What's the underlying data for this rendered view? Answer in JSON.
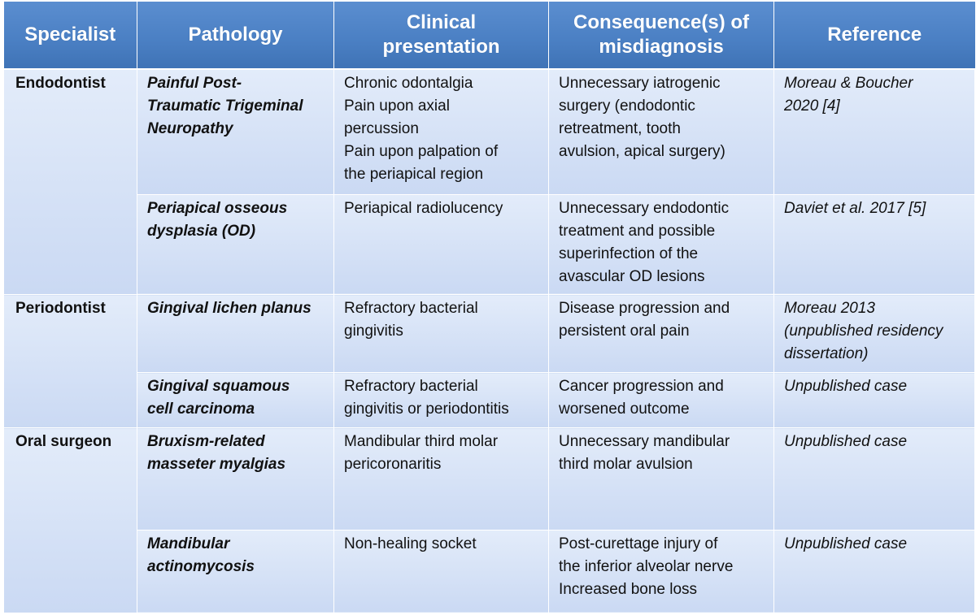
{
  "table": {
    "headers": [
      {
        "lines": [
          "Specialist"
        ]
      },
      {
        "lines": [
          "Pathology"
        ]
      },
      {
        "lines": [
          "Clinical",
          "presentation"
        ]
      },
      {
        "lines": [
          "Consequence(s) of",
          "misdiagnosis"
        ]
      },
      {
        "lines": [
          "Reference"
        ]
      }
    ],
    "specialists": {
      "endodontist": "Endodontist",
      "periodontist": "Periodontist",
      "oral_surgeon": "Oral surgeon"
    },
    "rows": [
      {
        "pathology": [
          "Painful Post-",
          "Traumatic Trigeminal",
          "Neuropathy"
        ],
        "presentation": [
          "Chronic odontalgia",
          "Pain upon axial",
          "percussion",
          "Pain upon palpation of",
          "the periapical region"
        ],
        "consequence": [
          "Unnecessary iatrogenic",
          "surgery (endodontic",
          "retreatment, tooth",
          "avulsion, apical surgery)"
        ],
        "reference": [
          "Moreau & Boucher",
          "2020 [4]"
        ]
      },
      {
        "pathology": [
          "Periapical osseous",
          "dysplasia (OD)"
        ],
        "presentation": [
          "Periapical radiolucency"
        ],
        "consequence": [
          "Unnecessary endodontic",
          "treatment and possible",
          "superinfection of the",
          "avascular OD lesions"
        ],
        "reference": [
          "Daviet et al. 2017 [5]"
        ]
      },
      {
        "pathology": [
          "Gingival lichen planus"
        ],
        "presentation": [
          "Refractory bacterial",
          "gingivitis"
        ],
        "consequence": [
          "Disease progression and",
          "persistent oral pain"
        ],
        "reference": [
          "Moreau 2013",
          "(unpublished residency",
          "dissertation)"
        ]
      },
      {
        "pathology": [
          "Gingival squamous",
          "cell carcinoma"
        ],
        "presentation": [
          "Refractory bacterial",
          "gingivitis or periodontitis"
        ],
        "consequence": [
          "Cancer progression and",
          "worsened outcome"
        ],
        "reference": [
          "Unpublished case"
        ]
      },
      {
        "pathology": [
          "Bruxism-related",
          "masseter myalgias"
        ],
        "presentation": [
          "Mandibular third molar",
          "pericoronaritis"
        ],
        "consequence": [
          "Unnecessary mandibular",
          "third molar avulsion"
        ],
        "reference": [
          "Unpublished case"
        ]
      },
      {
        "pathology": [
          "Mandibular",
          "actinomycosis"
        ],
        "presentation": [
          "Non-healing socket"
        ],
        "consequence": [
          "Post-curettage injury of",
          "the inferior alveolar nerve",
          "Increased bone loss"
        ],
        "reference": [
          "Unpublished case"
        ]
      }
    ]
  },
  "colors": {
    "header_bg": "#4a7fc3",
    "header_text": "#ffffff",
    "cell_bg_light": "#e3ecfa",
    "cell_bg_dark": "#cad9f3",
    "grid_line": "#ffffff"
  }
}
